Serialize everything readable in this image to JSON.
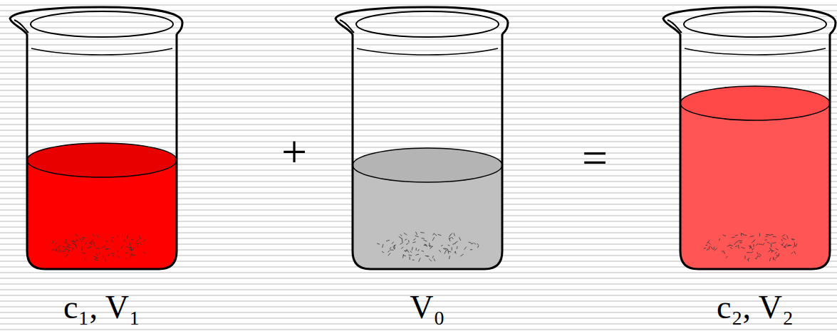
{
  "diagram": {
    "labels": [
      "c₁, V₁",
      "+",
      "V₀",
      "=",
      "c₂, V₂"
    ]
  }
}
